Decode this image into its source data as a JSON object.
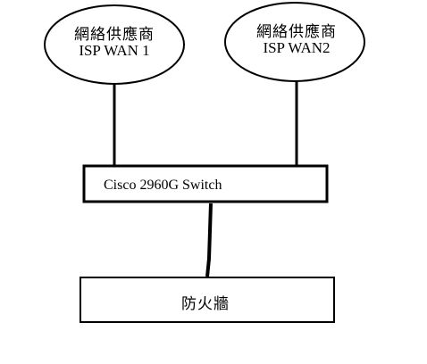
{
  "nodes": {
    "isp1": {
      "name": "網絡供應商",
      "line2": "ISP WAN 1"
    },
    "isp2": {
      "name": "網絡供應商",
      "line2": "ISP WAN2"
    },
    "switch": {
      "label": "Cisco 2960G Switch"
    },
    "firewall": {
      "label": "防火牆"
    }
  },
  "colors": {
    "stroke": "#000000",
    "background": "#ffffff"
  }
}
